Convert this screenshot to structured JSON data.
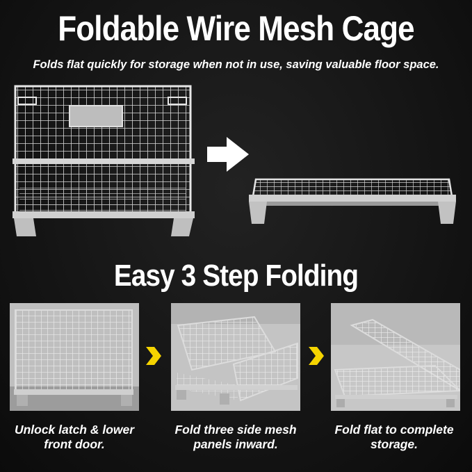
{
  "header": {
    "title": "Foldable Wire Mesh Cage",
    "subtitle": "Folds flat quickly for storage when not in use, saving valuable floor space."
  },
  "hero": {
    "unfolded_image": "wire-mesh-cage-unfolded",
    "arrow_icon": "right-arrow-icon",
    "folded_image": "wire-mesh-cage-folded-flat"
  },
  "steps_section": {
    "title": "Easy 3 Step Folding",
    "accent_color": "#f5d400",
    "steps": [
      {
        "image": "step-1-lower-front-door",
        "caption_line1": "Unlock latch & lower",
        "caption_line2": "front door."
      },
      {
        "image": "step-2-fold-side-panels",
        "caption_line1": "Fold three side mesh",
        "caption_line2": "panels inward."
      },
      {
        "image": "step-3-fold-flat",
        "caption_line1": "Fold flat to complete",
        "caption_line2": "storage."
      }
    ]
  }
}
